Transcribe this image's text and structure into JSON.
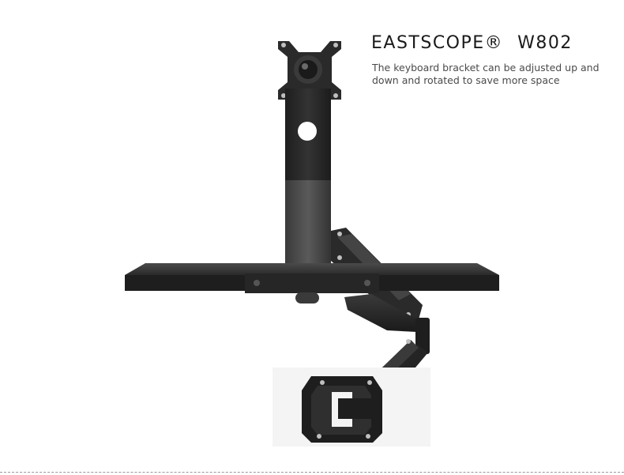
{
  "header": {
    "brand": "EASTSCOPE®",
    "model": "W802",
    "description": "The keyboard bracket can be adjusted up and down and rotated to save more space"
  },
  "colors": {
    "background": "#ffffff",
    "metal_dark": "#2b2b2b",
    "metal_mid": "#3d3d3d",
    "metal_light": "#5a5a5a",
    "title_text": "#1a1a1a",
    "body_text": "#4a4a4a"
  }
}
